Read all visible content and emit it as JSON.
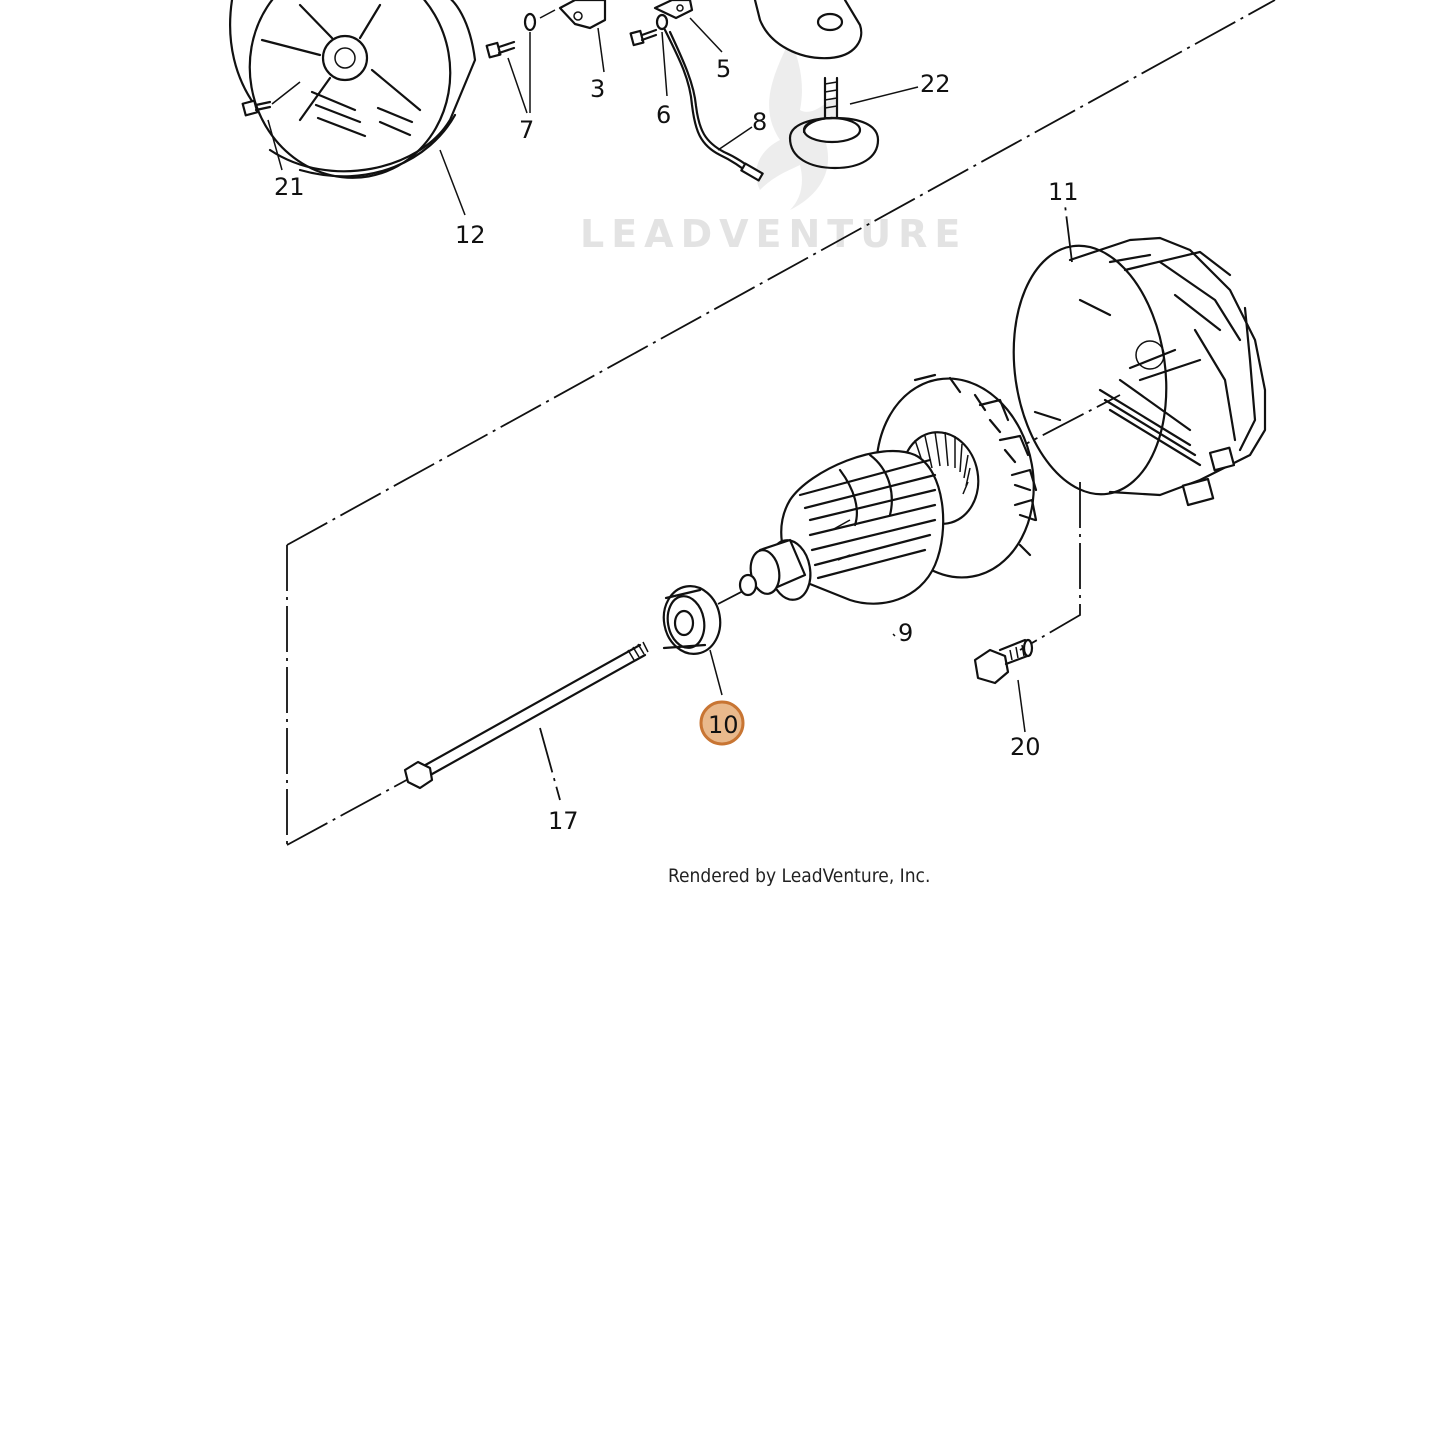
{
  "watermark": "LEADVENTURE",
  "credit": "Rendered by LeadVenture, Inc.",
  "highlight_color": "#e9b98c",
  "callouts": {
    "c3": "3",
    "c5": "5",
    "c6": "6",
    "c7": "7",
    "c8": "8",
    "c9": "9",
    "c10": "10",
    "c11": "11",
    "c12": "12",
    "c17": "17",
    "c20": "20",
    "c21": "21",
    "c22": "22"
  }
}
